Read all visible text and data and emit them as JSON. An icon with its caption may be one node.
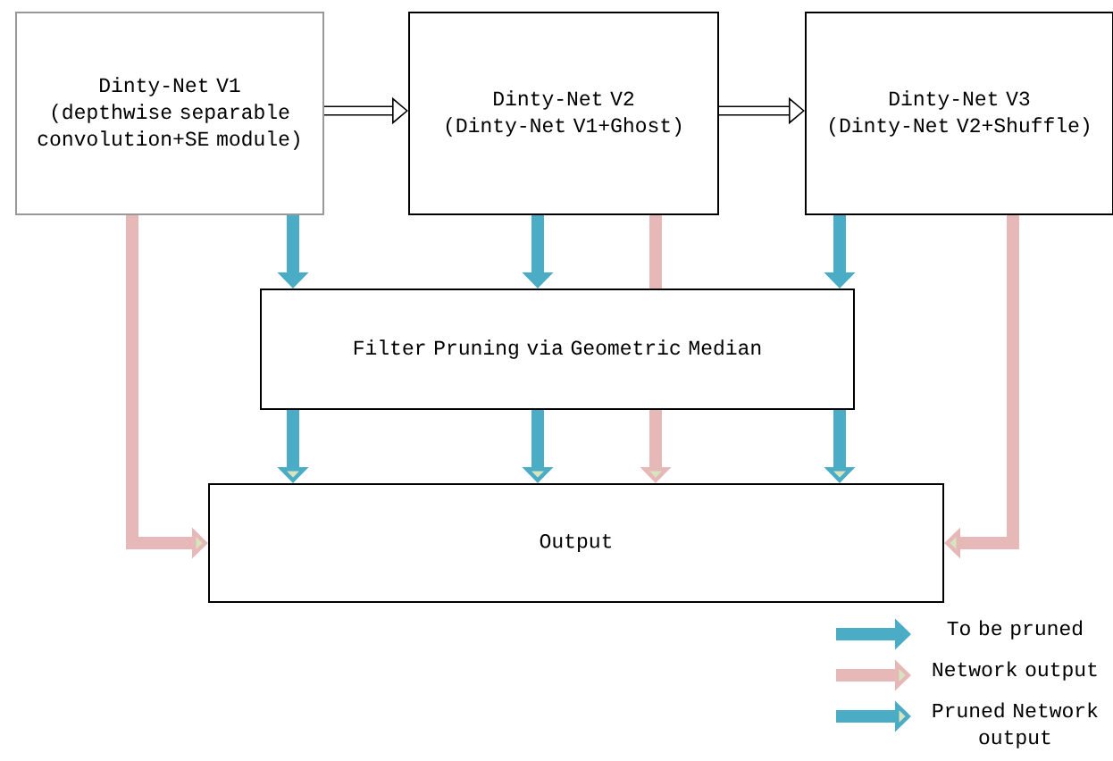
{
  "diagram": {
    "nodes": [
      {
        "text": [
          "Dinty-Net V1",
          "(depthwise separable convolution+SE module)"
        ]
      },
      {
        "text": [
          "Dinty-Net V2",
          "(Dinty-Net V1+Ghost)"
        ]
      },
      {
        "text": [
          "Dinty-Net V3",
          "(Dinty-Net V2+Shuffle)"
        ]
      },
      {
        "text": [
          "Filter Pruning via Geometric Median"
        ]
      },
      {
        "text": [
          "Output"
        ]
      }
    ],
    "edges": [
      {
        "from": 0,
        "to": 1,
        "arrow": "to",
        "color": "#000000"
      },
      {
        "from": 1,
        "to": 2,
        "arrow": "to",
        "color": "#000000"
      },
      {
        "from": 0,
        "to": 3,
        "arrow": "to",
        "color": "#4bacc6"
      },
      {
        "from": 1,
        "to": 3,
        "arrow": "to",
        "color": "#4bacc6"
      },
      {
        "from": 1,
        "to": 3,
        "arrow": "none",
        "color": "#e6b9b8"
      },
      {
        "from": 2,
        "to": 3,
        "arrow": "to",
        "color": "#4bacc6"
      },
      {
        "from": 3,
        "to": 4,
        "arrow": "to",
        "color": "#4bacc6"
      },
      {
        "from": 3,
        "to": 4,
        "arrow": "to",
        "color": "#4bacc6"
      },
      {
        "from": 3,
        "to": 4,
        "arrow": "to",
        "color": "#e6b9b8"
      },
      {
        "from": 3,
        "to": 4,
        "arrow": "to",
        "color": "#4bacc6"
      },
      {
        "from": 0,
        "to": 4,
        "arrow": "to",
        "color": "#e6b9b8"
      },
      {
        "from": 2,
        "to": 4,
        "arrow": "to",
        "color": "#e6b9b8"
      }
    ],
    "legend": [
      {
        "text": "To be pruned"
      },
      {
        "text": "Network output"
      },
      {
        "text": "Pruned Network output"
      }
    ]
  }
}
